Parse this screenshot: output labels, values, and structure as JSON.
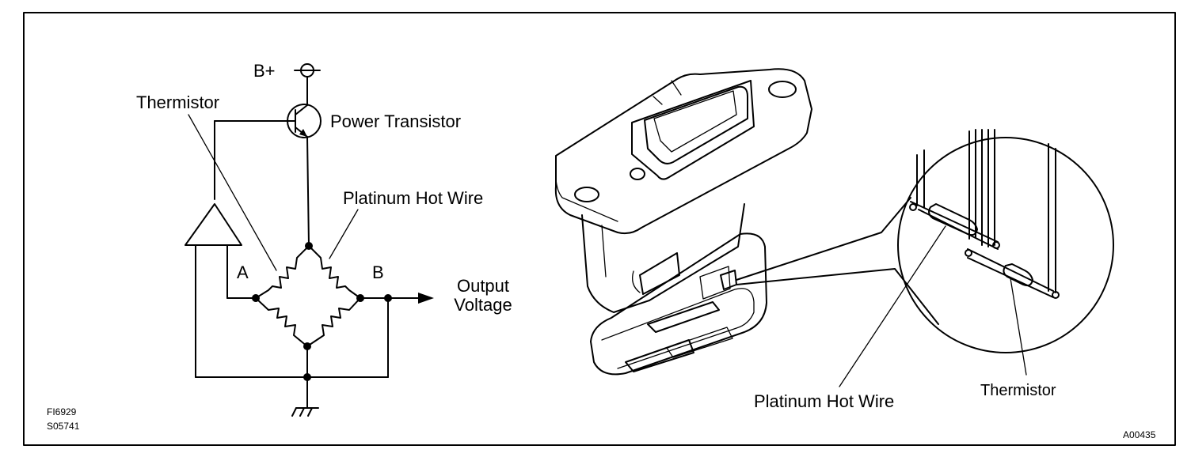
{
  "labels": {
    "b_plus": "B+",
    "thermistor_left": "Thermistor",
    "power_transistor": "Power Transistor",
    "platinum_hot_wire_left": "Platinum Hot Wire",
    "node_a": "A",
    "node_b": "B",
    "output_voltage_line1": "Output",
    "output_voltage_line2": "Voltage",
    "platinum_hot_wire_right": "Platinum Hot Wire",
    "thermistor_right": "Thermistor",
    "fig_code": "FI6929",
    "ref_code": "S05741",
    "image_code": "A00435"
  }
}
